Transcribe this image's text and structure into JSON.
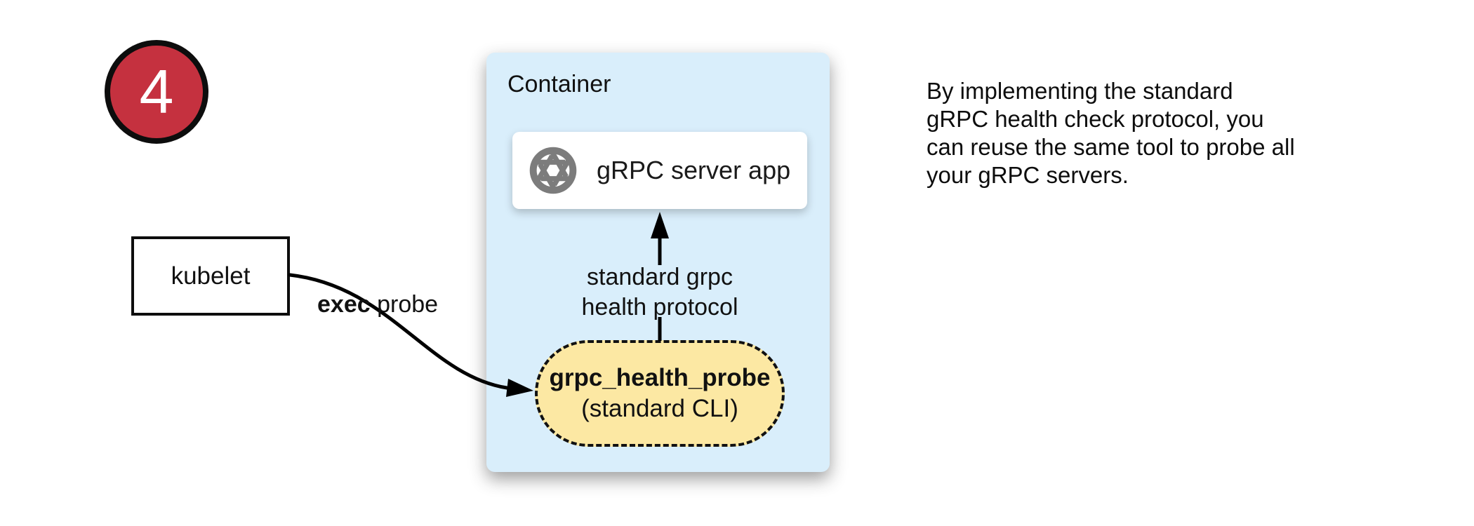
{
  "step_badge": {
    "number": "4",
    "fill_color": "#C5313F",
    "border_color": "#0d0d0d",
    "text_color": "#ffffff"
  },
  "kubelet": {
    "label": "kubelet"
  },
  "container": {
    "label": "Container",
    "fill_color": "#D9EEFB",
    "server_app": {
      "label": "gRPC server app",
      "icon": "aperture-icon",
      "icon_color": "#7C7C7C"
    },
    "probe": {
      "title": "grpc_health_probe",
      "subtitle": "(standard CLI)",
      "fill_color": "#FCE8A3",
      "border_style": "dashed"
    }
  },
  "edges": {
    "exec_probe": {
      "label_bold": "exec",
      "label_rest": " probe"
    },
    "health_protocol": {
      "label": "standard grpc\nhealth protocol"
    },
    "arrow_color": "#000000"
  },
  "note": {
    "text": "By implementing the standard\ngRPC health check protocol, you\ncan reuse the same tool to probe all\nyour gRPC servers."
  }
}
